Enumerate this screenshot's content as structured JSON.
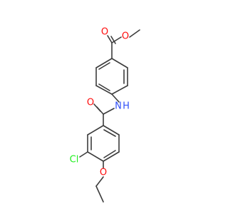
{
  "diagram": {
    "atoms": {
      "ester_o_carbonyl": {
        "text": "O",
        "color": "#ff0d0d"
      },
      "ester_o_single": {
        "text": "O",
        "color": "#ff0d0d"
      },
      "amide_o": {
        "text": "O",
        "color": "#ff0d0d"
      },
      "amide_n": {
        "text": "N",
        "color": "#3050f8"
      },
      "amide_h": {
        "text": "H",
        "color": "#3050f8"
      },
      "chlorine": {
        "text": "Cl",
        "color": "#1ff01f"
      },
      "ether_o": {
        "text": "O",
        "color": "#ff0d0d"
      }
    },
    "bond_color": "#3c3c3c"
  }
}
